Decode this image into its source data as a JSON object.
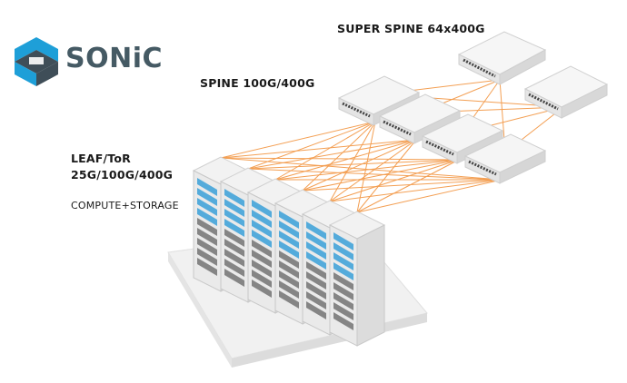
{
  "logo": {
    "text": "SONiC",
    "colors": {
      "teal": "#1e9fd8",
      "dark": "#3f4e58"
    }
  },
  "labels": {
    "super_spine": "SUPER SPINE 64x400G",
    "spine": "SPINE 100G/400G",
    "leaf_line1": "LEAF/ToR",
    "leaf_line2": "25G/100G/400G",
    "compute": "COMPUTE+STORAGE"
  },
  "colors": {
    "link": "#f39a4a",
    "switch_top": "#f4f4f4",
    "switch_side": "#d9d9d9",
    "rack_accent": "#3aa0d8"
  }
}
